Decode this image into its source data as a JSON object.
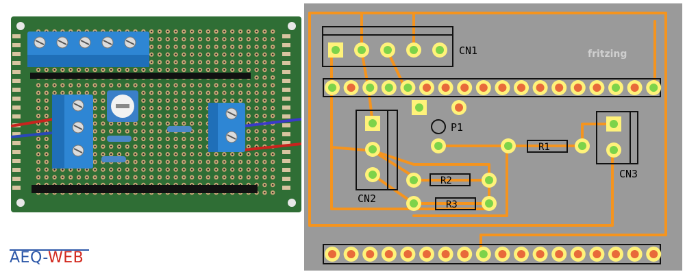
{
  "logo": {
    "part1": "AEQ-",
    "part2": "WEB",
    "color1": "#2a56a8",
    "color2": "#d2281e"
  },
  "pcb": {
    "watermark": "fritzing",
    "labels": {
      "cn1": "CN1",
      "cn2": "CN2",
      "cn3": "CN3",
      "p1": "P1",
      "r1": "R1",
      "r2": "R2",
      "r3": "R3"
    },
    "colors": {
      "board": "#9a9a9a",
      "trace": "#f5941e",
      "pad_ring": "#fff27a",
      "pad_green": "#7dd34a",
      "pad_red": "#e86a3a"
    }
  }
}
